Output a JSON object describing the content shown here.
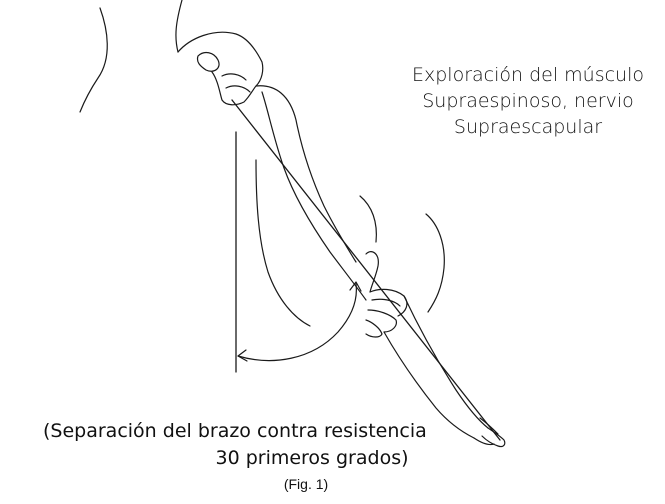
{
  "diagram": {
    "title_lines": [
      "Exploración del músculo",
      "Supraespinoso, nervio",
      "Supraescapular"
    ],
    "caption_lines": [
      "(Separación del brazo contra resistencia",
      "30 primeros grados)"
    ],
    "figure_label": "(Fig. 1)",
    "line_color": "#1a1a1a"
  }
}
